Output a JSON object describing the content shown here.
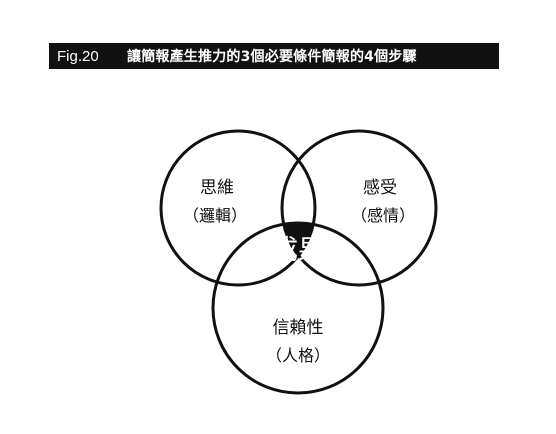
{
  "header": {
    "fig_label": "Fig.20",
    "title": "讓簡報產生推力的3個必要條件簡報的4個步驟"
  },
  "venn": {
    "left_circle": {
      "line1": "思維",
      "line2": "（邏輯）"
    },
    "right_circle": {
      "line1": "感受",
      "line2": "（感情）"
    },
    "bottom_circle": {
      "line1": "信賴性",
      "line2": "（人格）"
    },
    "center": "成果",
    "colors": {
      "stroke": "#111111",
      "center_fill": "#111111",
      "center_text": "#ffffff"
    }
  }
}
